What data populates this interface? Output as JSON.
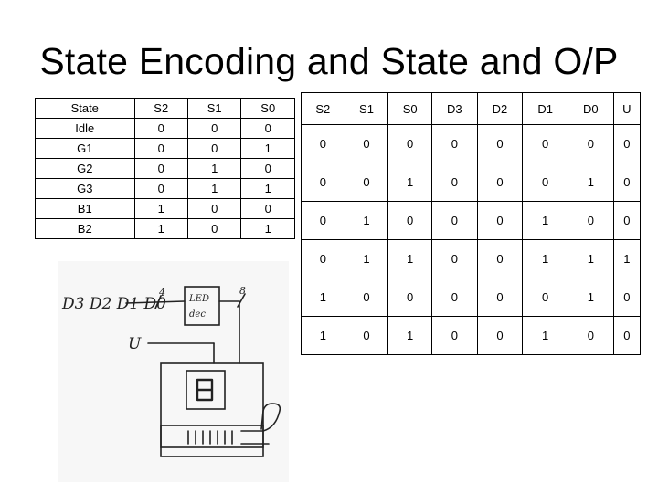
{
  "title": "State Encoding and State and O/P",
  "encoding_table": {
    "headers": [
      "State",
      "S2",
      "S1",
      "S0"
    ],
    "rows": [
      [
        "Idle",
        "0",
        "0",
        "0"
      ],
      [
        "G1",
        "0",
        "0",
        "1"
      ],
      [
        "G2",
        "0",
        "1",
        "0"
      ],
      [
        "G3",
        "0",
        "1",
        "1"
      ],
      [
        "B1",
        "1",
        "0",
        "0"
      ],
      [
        "B2",
        "1",
        "0",
        "1"
      ]
    ]
  },
  "output_table": {
    "headers": [
      "S2",
      "S1",
      "S0",
      "D3",
      "D2",
      "D1",
      "D0",
      "U"
    ],
    "rows": [
      [
        "0",
        "0",
        "0",
        "0",
        "0",
        "0",
        "0",
        "0"
      ],
      [
        "0",
        "0",
        "1",
        "0",
        "0",
        "0",
        "1",
        "0"
      ],
      [
        "0",
        "1",
        "0",
        "0",
        "0",
        "1",
        "0",
        "0"
      ],
      [
        "0",
        "1",
        "1",
        "0",
        "0",
        "1",
        "1",
        "1"
      ],
      [
        "1",
        "0",
        "0",
        "0",
        "0",
        "0",
        "1",
        "0"
      ],
      [
        "1",
        "0",
        "1",
        "0",
        "0",
        "1",
        "0",
        "0"
      ]
    ]
  },
  "sketch": {
    "inputs_label": "D3 D2 D1 D0",
    "bus_width_in": "4",
    "bus_width_out": "8",
    "decoder_label_line1": "LED",
    "decoder_label_line2": "dec",
    "u_label": "U"
  }
}
